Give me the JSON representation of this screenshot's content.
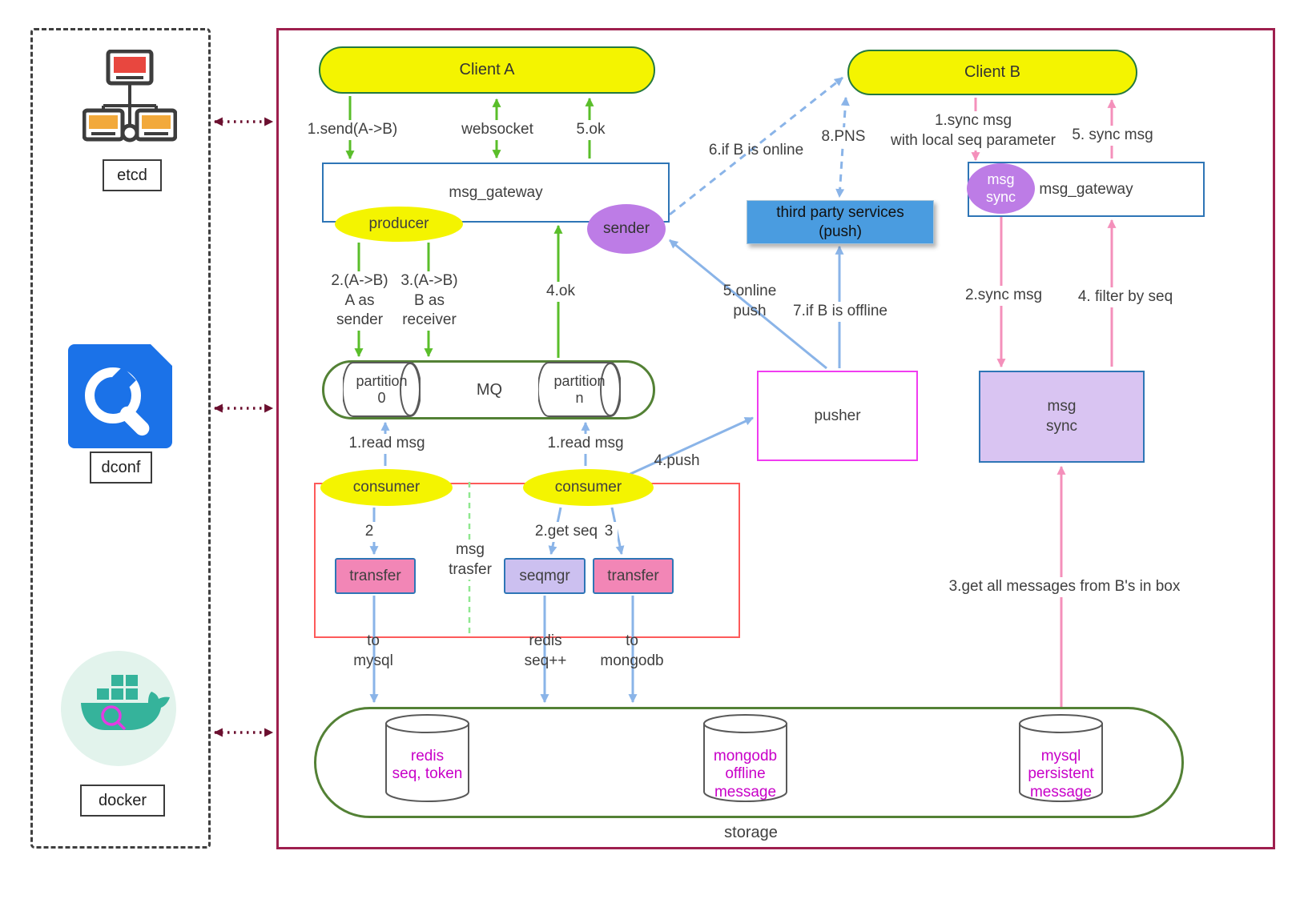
{
  "sidebar": {
    "etcd": "etcd",
    "dconf": "dconf",
    "docker": "docker"
  },
  "nodes": {
    "client_a": "Client A",
    "client_b": "Client B",
    "msg_gateway_left": "msg_gateway",
    "msg_gateway_right": "msg_gateway",
    "producer": "producer",
    "sender": "sender",
    "third_party": "third party services\n(push)",
    "msg_sync_ellipse": "msg\nsync",
    "mq": "MQ",
    "partition_0": "partition\n0",
    "partition_n": "partition\nn",
    "pusher": "pusher",
    "msg_sync_box": "msg\nsync",
    "consumer_left": "consumer",
    "consumer_right": "consumer",
    "transfer_left": "transfer",
    "seqmgr": "seqmgr",
    "transfer_right": "transfer",
    "msg_trasfer_group": "msg\ntrasfer",
    "storage": "storage",
    "redis": "redis\nseq, token",
    "mongodb": "mongodb\noffline\nmessage",
    "mysql": "mysql\npersistent\nmessage"
  },
  "edge_labels": {
    "send_ab": "1.send(A->B)",
    "websocket": "websocket",
    "ok5": "5.ok",
    "a_as_sender": "2.(A->B)\nA as\nsender",
    "b_as_receiver": "3.(A->B)\nB as\nreceiver",
    "ok4": "4.ok",
    "if_b_online": "6.if B is online",
    "pns": "8.PNS",
    "sync_local_seq": "1.sync msg\nwith local seq parameter",
    "sync_msg5": "5. sync msg",
    "online_push": "5.online\npush",
    "if_b_offline": "7.if B is offline",
    "sync_msg2": "2.sync msg",
    "filter_by_seq": "4. filter by seq",
    "read_msg_left": "1.read msg",
    "read_msg_right": "1.read msg",
    "push4": "4.push",
    "step2": "2",
    "get_seq": "2.get seq",
    "step3": "3",
    "to_mysql": "to\nmysql",
    "redis_seq": "redis\nseq++",
    "to_mongodb": "to\nmongodb",
    "get_all_msgs": "3.get all messages from B's in box"
  },
  "colors": {
    "main_border": "#9e1f4e",
    "green_arrow": "#5abe2a",
    "blue_arrow": "#8ab4e8",
    "pink_arrow": "#f490bb",
    "maroon_arrow": "#6b0f2f",
    "yellow_node": "#f4f400",
    "purple_node": "#bd7ce6",
    "blue_service": "#4a9ce0",
    "pink_node": "#f286b6",
    "lavender_node": "#ccc0f0",
    "green_border": "#538135",
    "blue_border": "#2e75b6",
    "magenta_border": "#f03cf0",
    "red_group_border": "#fd5a5a",
    "db_text": "#c800c8"
  }
}
